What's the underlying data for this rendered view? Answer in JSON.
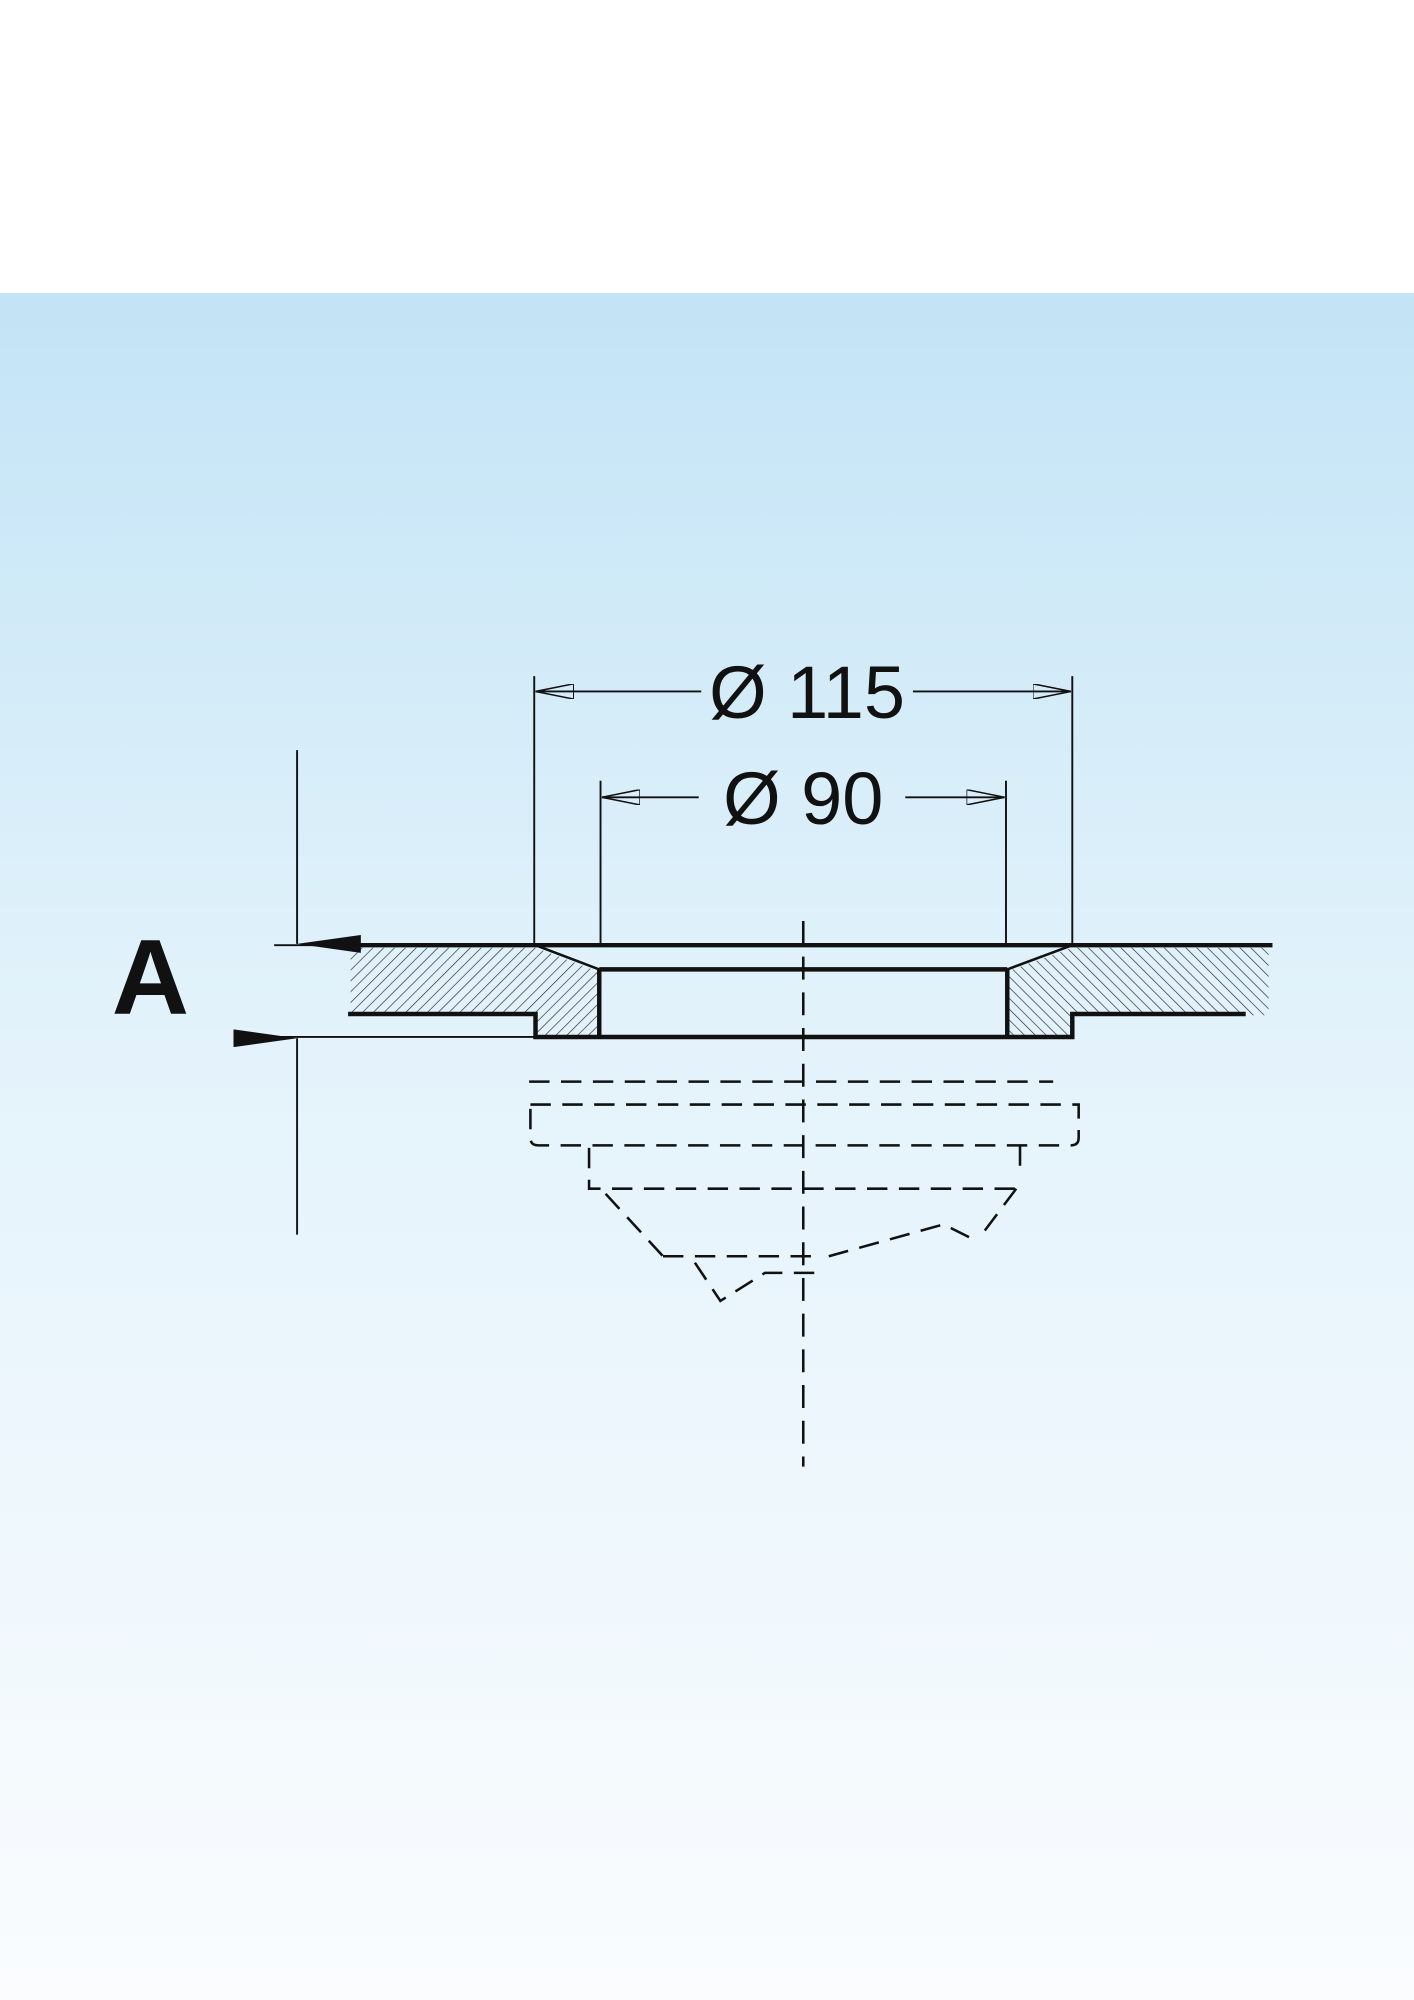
{
  "labels": {
    "dim_outer": "Ø 115",
    "dim_inner": "Ø 90",
    "height_label": "A"
  },
  "colors": {
    "line": "#111111",
    "bg_top": "#c3e4f6",
    "bg_bottom": "#fafcfe"
  }
}
